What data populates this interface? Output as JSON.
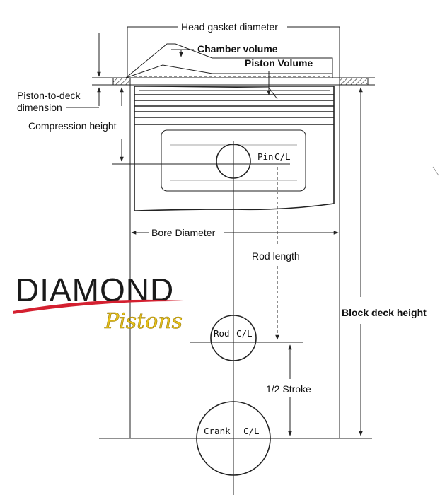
{
  "labels": {
    "head_gasket_diameter": "Head gasket diameter",
    "chamber_volume": "Chamber volume",
    "piston_volume": "Piston Volume",
    "piston_to_deck_line1": "Piston-to-deck",
    "piston_to_deck_line2": "dimension",
    "compression_height": "Compression height",
    "pin_cl_a": "Pin",
    "pin_cl_b": "C/L",
    "bore_diameter": "Bore Diameter",
    "rod_length": "Rod length",
    "block_deck_height": "Block deck height",
    "rod_cl_a": "Rod",
    "rod_cl_b": "C/L",
    "half_stroke": "1/2 Stroke",
    "crank_cl_a": "Crank",
    "crank_cl_b": "C/L"
  },
  "logo": {
    "brand": "DIAMOND",
    "sub": "Pistons"
  },
  "colors": {
    "line": "#222222",
    "logo_text": "#1a1a1a",
    "logo_swoosh": "#d42030",
    "logo_sub": "#e8c21a"
  }
}
